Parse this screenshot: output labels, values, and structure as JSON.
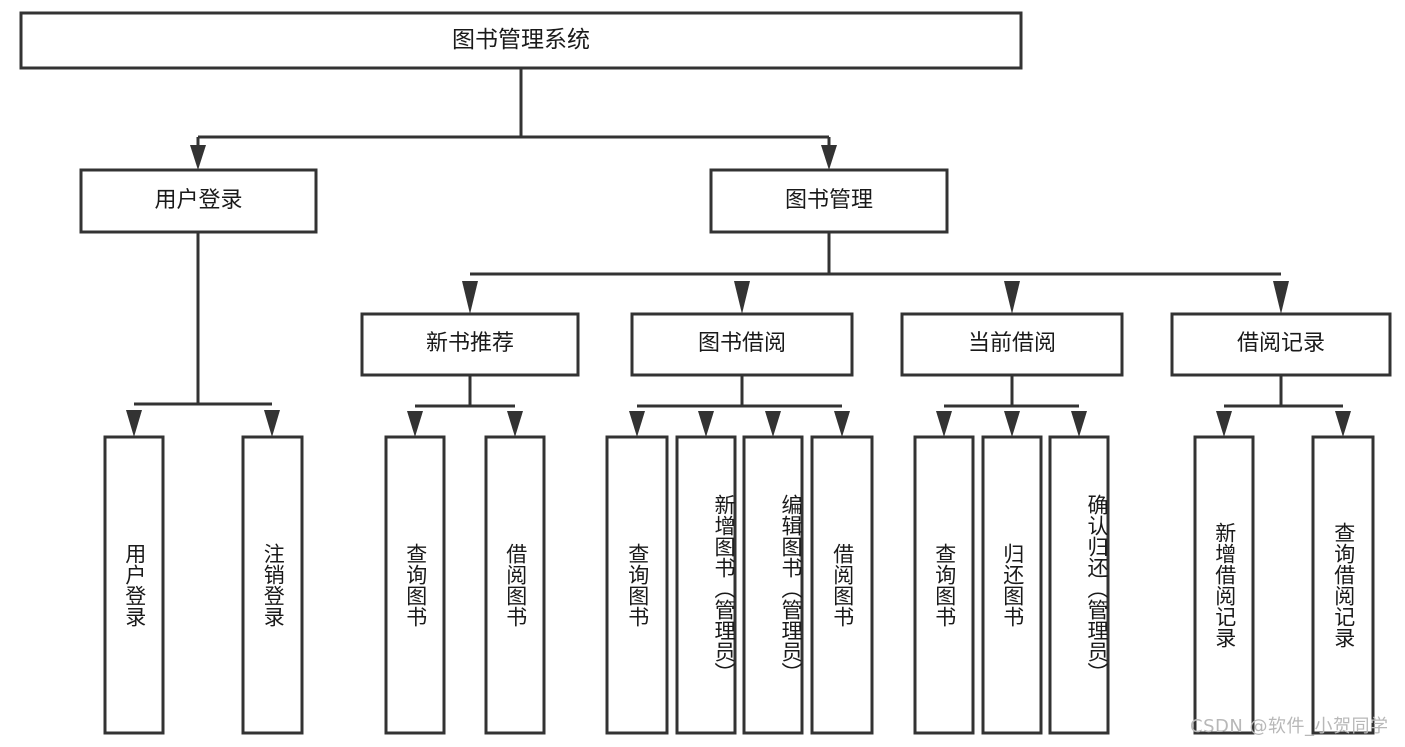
{
  "diagram": {
    "type": "tree-hierarchy-chart",
    "title": "图书管理系统",
    "root": {
      "label": "图书管理系统",
      "children": [
        {
          "label": "用户登录",
          "children": [
            {
              "label": "用户登录"
            },
            {
              "label": "注销登录"
            }
          ]
        },
        {
          "label": "图书管理",
          "children": [
            {
              "label": "新书推荐",
              "children": [
                {
                  "label": "查询图书"
                },
                {
                  "label": "借阅图书"
                }
              ]
            },
            {
              "label": "图书借阅",
              "children": [
                {
                  "label": "查询图书"
                },
                {
                  "label": "新增图书（管理员）"
                },
                {
                  "label": "编辑图书（管理员）"
                },
                {
                  "label": "借阅图书"
                }
              ]
            },
            {
              "label": "当前借阅",
              "children": [
                {
                  "label": "查询图书"
                },
                {
                  "label": "归还图书"
                },
                {
                  "label": "确认归还（管理员）"
                }
              ]
            },
            {
              "label": "借阅记录",
              "children": [
                {
                  "label": "新增借阅记录"
                },
                {
                  "label": "查询借阅记录"
                }
              ]
            }
          ]
        }
      ]
    },
    "nodes": {
      "root_title": "图书管理系统",
      "l1_user_login": "用户登录",
      "l1_book_mgmt": "图书管理",
      "l2_new_book_rec": "新书推荐",
      "l2_book_borrow": "图书借阅",
      "l2_current_borrow": "当前借阅",
      "l2_borrow_record": "借阅记录",
      "leaf_user_login": "用户登录",
      "leaf_logout": "注销登录",
      "leaf_nbr_query": "查询图书",
      "leaf_nbr_borrow": "借阅图书",
      "leaf_bb_query": "查询图书",
      "leaf_bb_add": "新增图书（管理员）",
      "leaf_bb_edit": "编辑图书（管理员）",
      "leaf_bb_borrow": "借阅图书",
      "leaf_cb_query": "查询图书",
      "leaf_cb_return": "归还图书",
      "leaf_cb_confirm": "确认归还（管理员）",
      "leaf_br_add": "新增借阅记录",
      "leaf_br_query": "查询借阅记录"
    },
    "colors": {
      "box_stroke": "#333333",
      "box_fill": "#ffffff",
      "text": "#1a1a1a",
      "background": "#ffffff",
      "watermark": "#b8b8b8"
    }
  },
  "watermark": {
    "text": "CSDN @软件_小贺同学"
  }
}
